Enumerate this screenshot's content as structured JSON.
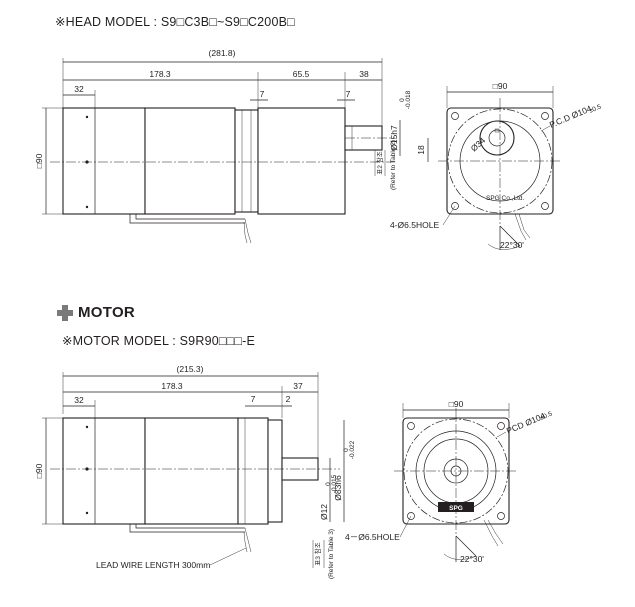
{
  "head_section": {
    "model_label": "※HEAD MODEL : S9□C3B□~S9□C200B□",
    "dims": {
      "overall": "(281.8)",
      "body_len": "178.3",
      "head_len": "65.5",
      "shaft_len": "38",
      "left_cover": "32",
      "flange_a": "7",
      "flange_b": "7",
      "square": "□90",
      "shaft_dia": "Ø15h7",
      "shaft_tol": "-0.018",
      "shaft_tol_top": "0",
      "key_offset": "18",
      "boss_dia": "Ø34",
      "pcd": "P.C.D Ø104",
      "pcd_tol": "±0.5",
      "hole": "4-Ø6.5HOLE",
      "angle": "22°30'",
      "ref_korean": "표2 참조",
      "ref_english": "(Refer to Table 2)",
      "face_mark": "SPG Co.,Ltd."
    }
  },
  "motor_section": {
    "heading": "MOTOR",
    "model_label": "※MOTOR MODEL : S9R90□□□-E",
    "dims": {
      "overall": "(215.3)",
      "body_len": "178.3",
      "shaft_len": "37",
      "left_cover": "32",
      "flange_a": "7",
      "flange_b": "2",
      "square": "□90",
      "pilot_dia": "Ø83h6",
      "pilot_tol": "-0.022",
      "pilot_tol_top": "0",
      "shaft_dia": "Ø12",
      "shaft_tol": "-0.015",
      "shaft_tol_top": "0",
      "pcd": "PCD Ø104",
      "pcd_tol": "±0.5",
      "hole": "4－Ø6.5HOLE",
      "angle": "22°30'",
      "lead_wire": "LEAD WIRE LENGTH 300mm",
      "ref_korean": "표3 참조",
      "ref_english": "(Refer to Table 3)",
      "face_mark": "SPG"
    }
  },
  "colors": {
    "line": "#231f20",
    "background": "#ffffff",
    "plus_icon": "#7a7a7a"
  }
}
